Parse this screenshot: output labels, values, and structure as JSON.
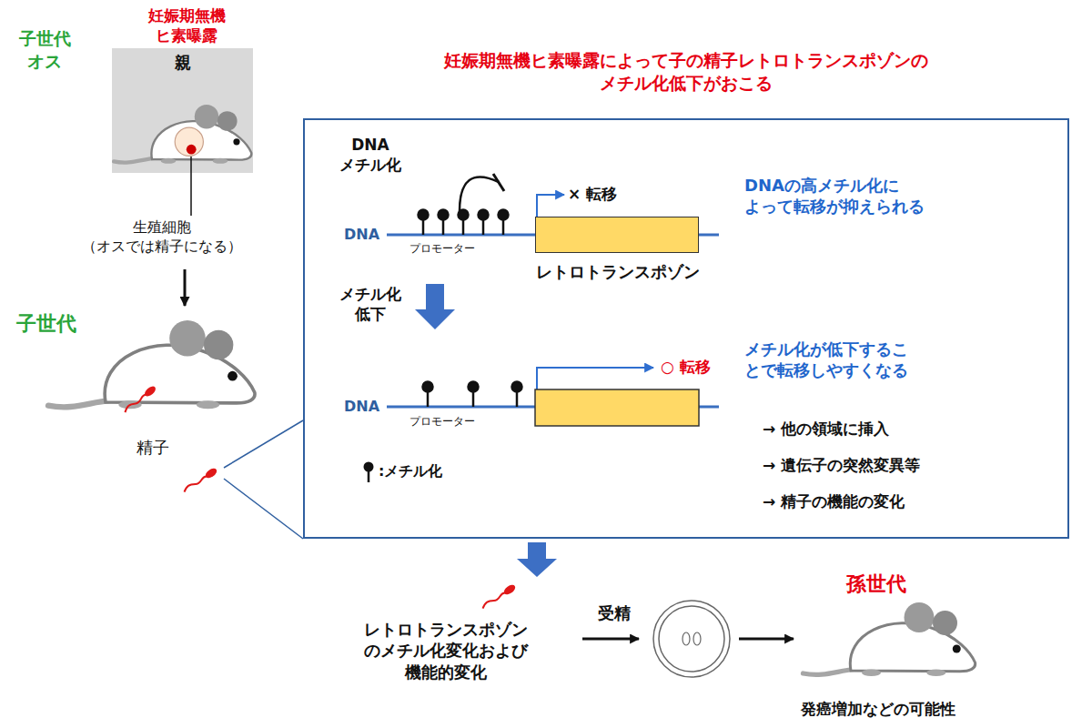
{
  "diagram": {
    "nodes": [
      {
        "text": [
          "親"
        ]
      },
      {
        "text": [
          "妊娠期無機ヒ素曝露によって子の精子レトロトランスポゾンの メチル化低下がおこる"
        ]
      },
      {
        "text": [
          "レトロトランスポゾン"
        ],
        "in": 1
      }
    ],
    "labels": [
      "妊娠期無機 ヒ素曝露",
      "子世代 オス",
      "生殖細胞 （オスでは精子になる）",
      "子世代",
      "精子",
      "DNA メチル化",
      "× 転移",
      "DNA",
      "プロモーター",
      "DNAの高メチル化に よって転移が抑えられる",
      "メチル化 低下",
      "○ 転移",
      "メチル化が低下するこ とで転移しやすくなる",
      "DNA",
      "プロモーター",
      "→ 他の領域に挿入",
      "→ 遺伝子の突然変異等",
      "→ 精子の機能の変化",
      "レトロトランスポゾン のメチル化変化および 機能的変化",
      "受精",
      "孫世代",
      "発癌増加などの可能性"
    ],
    "legend": [
      {
        "text": ":メチル化"
      }
    ]
  }
}
